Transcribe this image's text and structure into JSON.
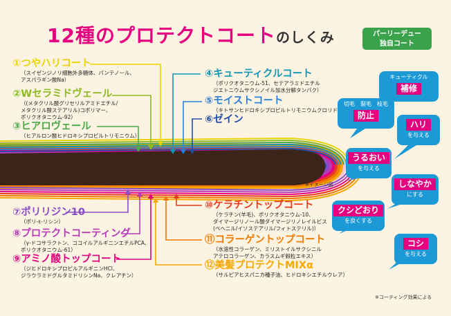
{
  "title": {
    "main": "12種のプロテクトコート",
    "tail": "のしくみ"
  },
  "badge": {
    "line1": "パーリーデュー",
    "line2": "独自コート"
  },
  "image_note": "※イメージ図",
  "coating_note": "※コーティング効果による",
  "labels": [
    {
      "head": "①つやハリコート",
      "color": "#e8d400",
      "sub": [
        "（スイゼンジノリ細胞外多糖体、パンテノール、",
        "アスパラギン酸Na）"
      ]
    },
    {
      "head": "②Wセラミドヴェール",
      "color": "#8dbb22",
      "sub": [
        "（(メタクリル酸グリセリルアミドエチル/",
        "メタクリル酸ステアリル)コポリマー、",
        "ポリクオタニウム-92）"
      ]
    },
    {
      "head": "③ヒアロヴェール",
      "color": "#4aaa4a",
      "sub": [
        "（ヒアルロン酸ヒドロキシプロピルトリモニウム）"
      ]
    },
    {
      "head": "④キューティクルコート",
      "color": "#0f96b4",
      "sub": [
        "（ポリクオタニウム-51、セテアラミドエチル",
        "ジエトニウムサクシノイル加水分解タンパク）"
      ]
    },
    {
      "head": "⑤モイストコート",
      "color": "#2a7fd6",
      "sub": [
        "（キトサンヒドロキシプロピルトリモニウムクロリド）"
      ]
    },
    {
      "head": "⑥ゼイン",
      "color": "#1f4fa8",
      "sub": []
    },
    {
      "head": "⑦ポリリジン10",
      "color": "#8a4cc4",
      "sub": [
        "（ポリ-ε-リシン）"
      ]
    },
    {
      "head": "⑧プロテクトコーティング",
      "color": "#b43cb6",
      "sub": [
        "（γ-ドコサラクトン、ココイルアルギニンエチルPCA、",
        "ポリクオタニウム-61）"
      ]
    },
    {
      "head": "⑨アミノ酸トップコート",
      "color": "#e4007f",
      "sub": [
        "（ジヒドロキシプロピルアルギニンHCl、",
        "ジラウラミドグルタミドリシンNa、クレアチン）"
      ]
    },
    {
      "head": "⑩ケラチントップコート",
      "color": "#e63b1e",
      "sub": [
        "（ケラチン(羊毛)、ポリクオタニウム-10、",
        "ダイマージリノール酸ダイマージリノレイルビス",
        "(ベヘニル/イソステアリル/フィトステリル)）"
      ]
    },
    {
      "head": "⑪コラーゲントップコート",
      "color": "#f07a00",
      "sub": [
        "（水溶性コラーゲン、ミリストイルサクシニル",
        "アテロコラーゲン、カラスムギ穀粒エキス）"
      ]
    },
    {
      "head": "⑫美髪プロテクトMIXα",
      "color": "#f5a800",
      "sub": [
        "（サルピアヒスパニカ種子油、ヒドロキシエチルウレア）"
      ]
    }
  ],
  "bubbles": [
    {
      "top": "キューティクル",
      "tag": "補修",
      "bottom": ""
    },
    {
      "top": "切毛　裂毛　枝毛",
      "tag": "防止",
      "bottom": ""
    },
    {
      "top": "",
      "tag": "ハリ",
      "bottom": "を与える"
    },
    {
      "top": "",
      "tag": "うるおい",
      "bottom": "を与える"
    },
    {
      "top": "",
      "tag": "しなやか",
      "bottom": "にする"
    },
    {
      "top": "",
      "tag": "クシどおり",
      "bottom": "を良くする"
    },
    {
      "top": "",
      "tag": "コシ",
      "bottom": "を与える"
    }
  ],
  "colors": {
    "title": "#e4007f",
    "badge": "#3aa24a",
    "bubble": "#1d9ad6",
    "hair_core": "#3a2518",
    "accent_pink": "#e4007f"
  }
}
